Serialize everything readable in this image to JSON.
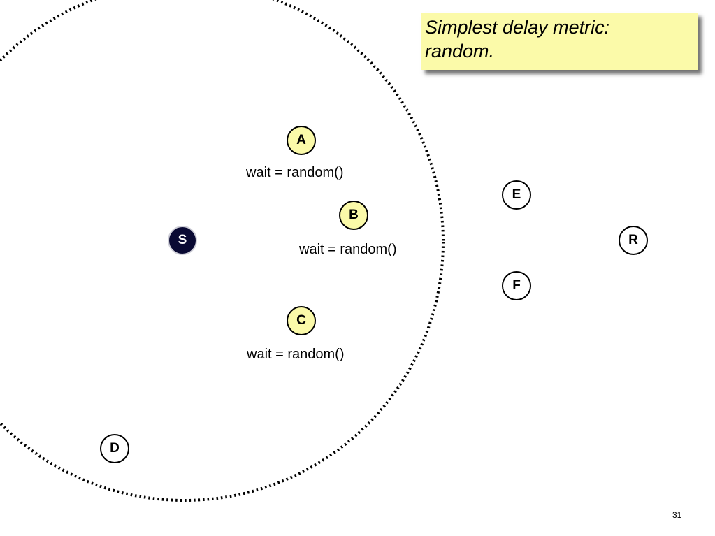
{
  "slide": {
    "callout": {
      "line1": "Simplest delay metric:",
      "line2": "random."
    },
    "page_number": "31"
  },
  "nodes": {
    "S": "S",
    "A": "A",
    "B": "B",
    "C": "C",
    "D": "D",
    "E": "E",
    "F": "F",
    "R": "R"
  },
  "labels": {
    "wait_a": "wait = random()",
    "wait_b": "wait = random()",
    "wait_c": "wait = random()"
  },
  "colors": {
    "highlight": "#fbfaa9",
    "source_fill": "#0a0a33",
    "outline": "#000000"
  }
}
